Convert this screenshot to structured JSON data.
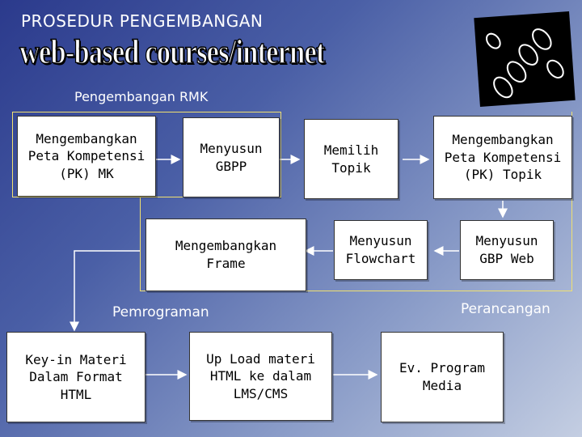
{
  "header": {
    "title": "PROSEDUR PENGEMBANGAN",
    "banner": "web-based courses/internet",
    "subtitle": "Pengembangan RMK"
  },
  "sections": {
    "pemrograman": "Pemrograman",
    "perancangan": "Perancangan"
  },
  "boxes": {
    "peta_mk": "Mengembangkan\nPeta Kompetensi\n(PK) MK",
    "gbpp": "Menyusun\nGBPP",
    "memilih_topik": "Memilih\nTopik",
    "peta_topik": "Mengembangkan\nPeta Kompetensi\n(PK) Topik",
    "frame": "Mengembangkan\nFrame",
    "flowchart": "Menyusun\nFlowchart",
    "gbp_web": "Menyusun\nGBP Web",
    "key_in": "Key-in Materi\nDalam Format\nHTML",
    "upload": "Up Load materi\nHTML ke dalam\nLMS/CMS",
    "ev_program": "Ev. Program\nMedia"
  },
  "colors": {
    "outline": "#f0e070",
    "arrow": "#ffffff",
    "box_bg": "#ffffff"
  },
  "icons": {
    "logo": "footprints-icon"
  }
}
